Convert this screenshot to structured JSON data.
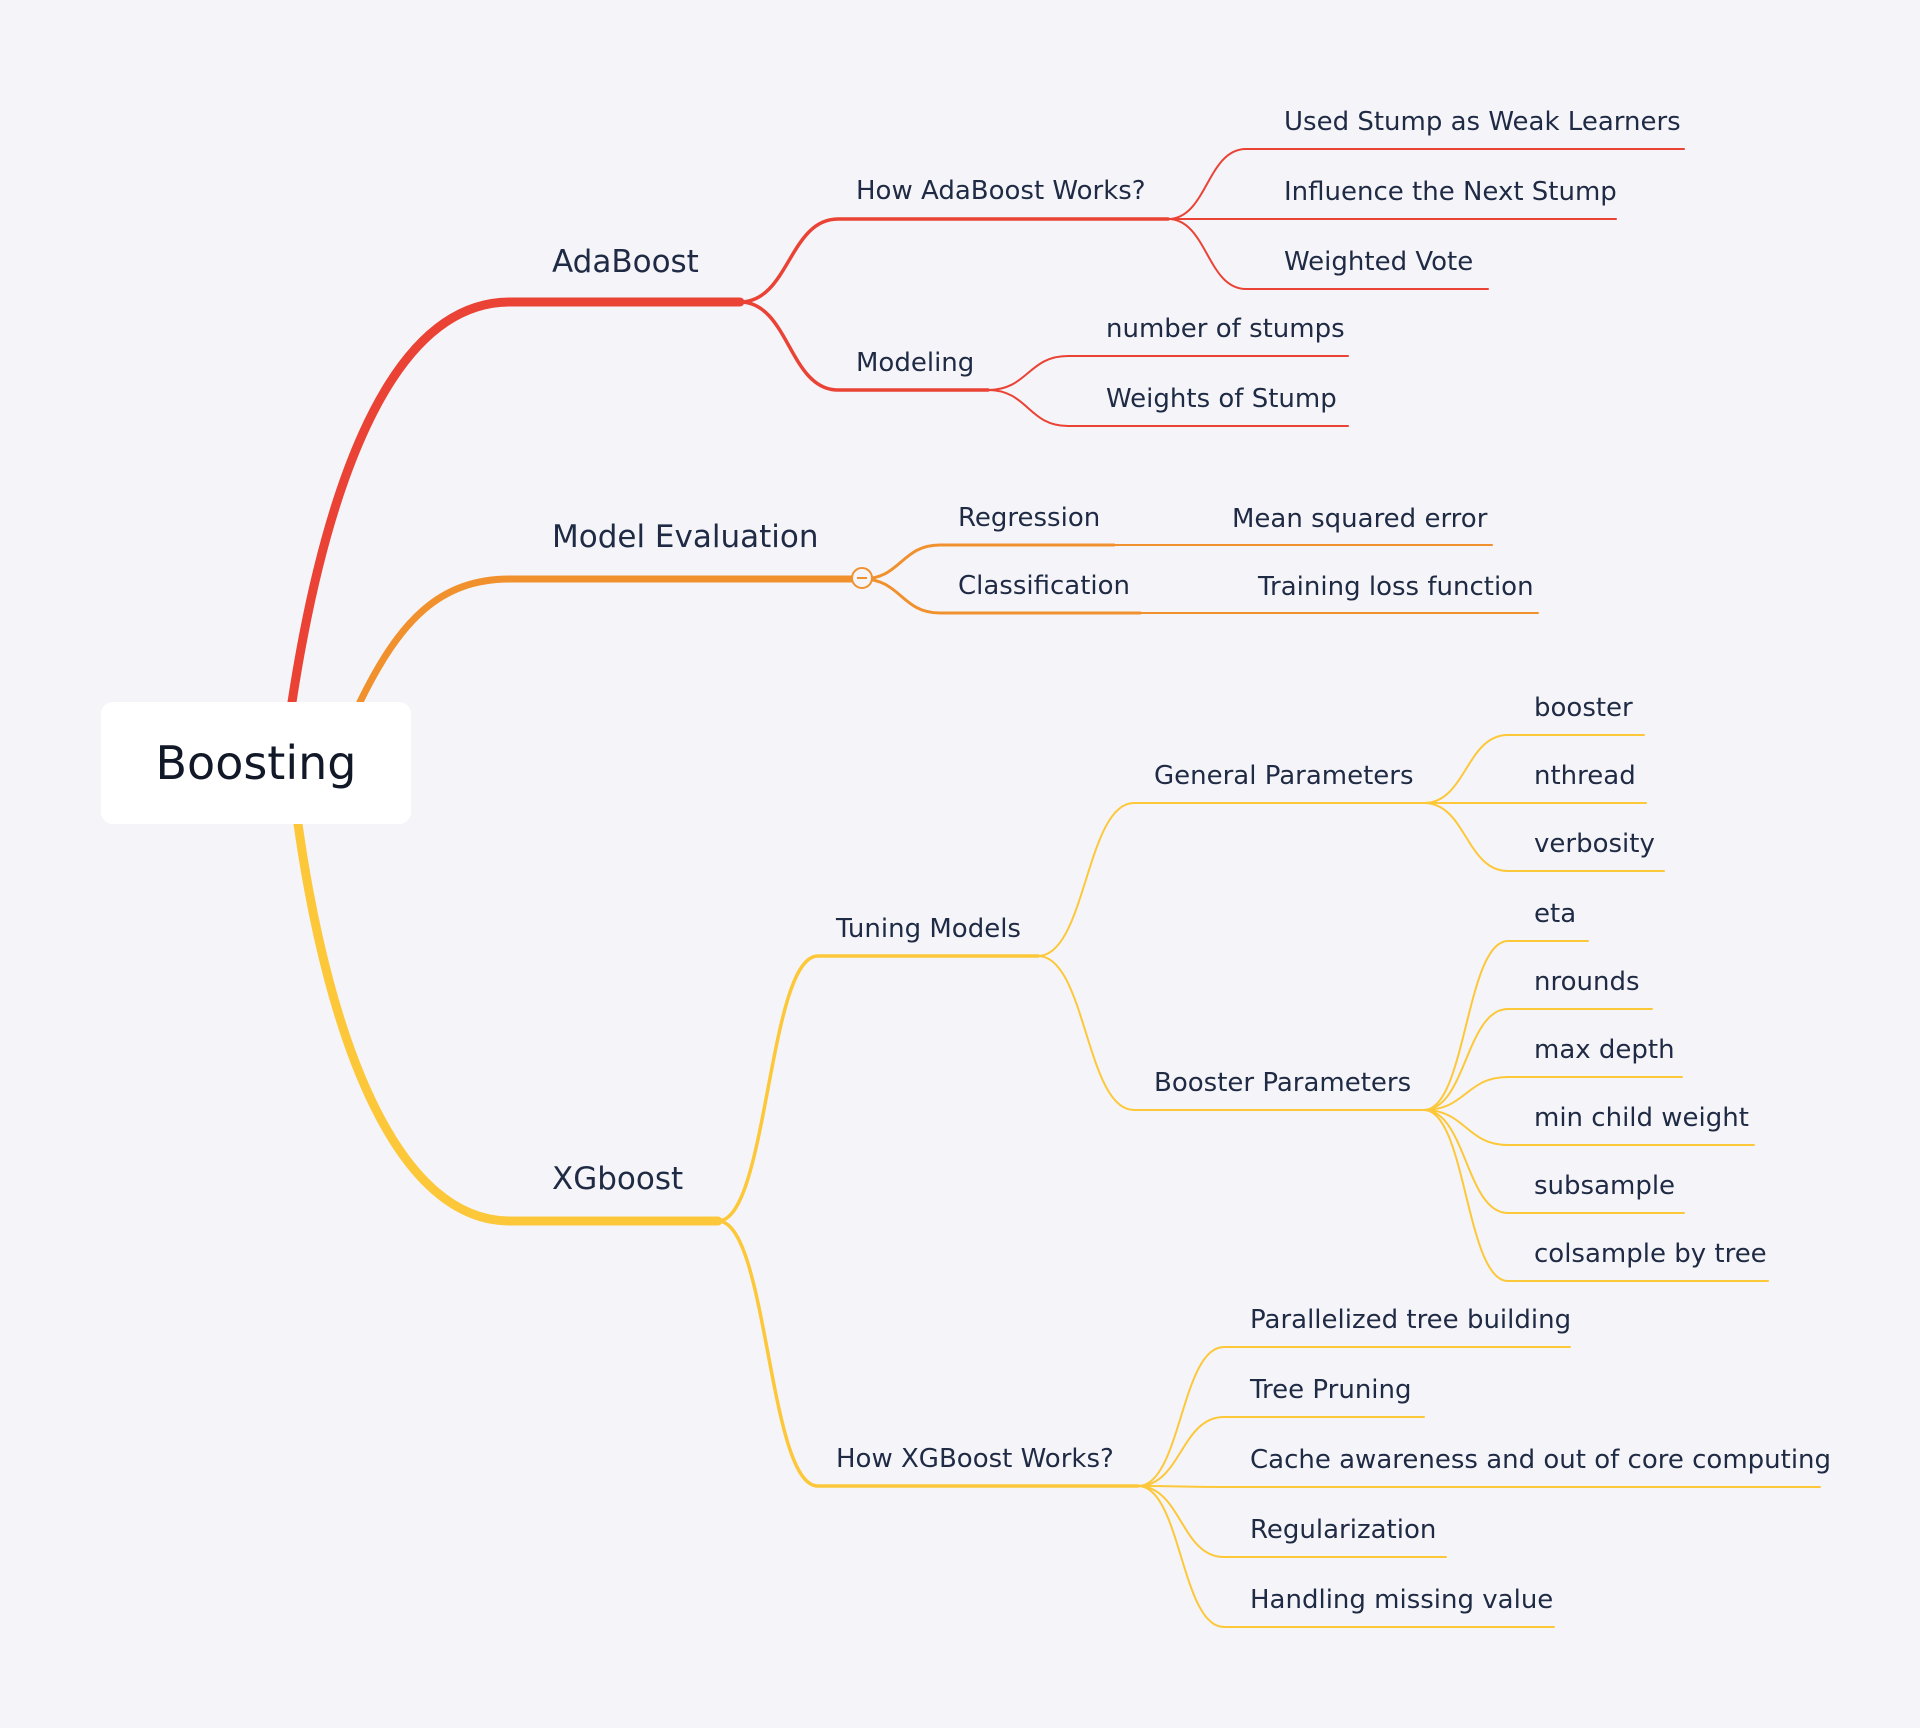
{
  "colors": {
    "adaboost": "#ea4335",
    "evaluation": "#f0912e",
    "xgboost": "#fcc83a",
    "background": "#f5f5f9",
    "text": "#1f2a44"
  },
  "root": {
    "label": "Boosting"
  },
  "adaboost": {
    "label": "AdaBoost",
    "how": {
      "label": "How AdaBoost Works?",
      "items": [
        "Used Stump as Weak Learners",
        "Influence the Next Stump",
        "Weighted Vote"
      ]
    },
    "modeling": {
      "label": "Modeling",
      "items": [
        "number of stumps",
        "Weights of Stump"
      ]
    }
  },
  "evaluation": {
    "label": "Model Evaluation",
    "regression": {
      "label": "Regression",
      "item": "Mean squared error"
    },
    "classification": {
      "label": "Classification",
      "item": "Training loss function"
    }
  },
  "xgboost": {
    "label": "XGboost",
    "tuning": {
      "label": "Tuning Models",
      "general": {
        "label": "General Parameters",
        "items": [
          "booster",
          "nthread",
          "verbosity"
        ]
      },
      "booster": {
        "label": "Booster Parameters",
        "items": [
          "eta",
          "nrounds",
          "max depth",
          "min child weight",
          "subsample",
          "colsample by tree"
        ]
      }
    },
    "how": {
      "label": "How XGBoost Works?",
      "items": [
        "Parallelized tree building",
        "Tree Pruning",
        "Cache awareness and out of core computing",
        "Regularization",
        "Handling missing value"
      ]
    }
  }
}
